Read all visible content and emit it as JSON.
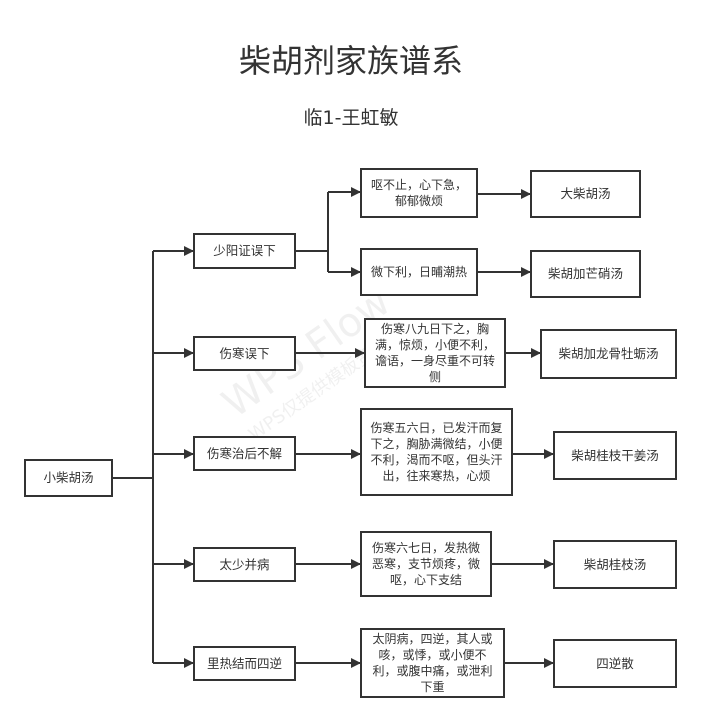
{
  "title": "柴胡剂家族谱系",
  "subtitle": "临1-王虹敏",
  "watermark": {
    "main": "WPS Flow",
    "sub": "WPS仅提供模板资源"
  },
  "root": "小柴胡汤",
  "branches": [
    {
      "label": "少阳证误下",
      "children": [
        {
          "condition": "呕不止，心下急，郁郁微烦",
          "formula": "大柴胡汤"
        },
        {
          "condition": "微下利，日晡潮热",
          "formula": "柴胡加芒硝汤"
        }
      ]
    },
    {
      "label": "伤寒误下",
      "children": [
        {
          "condition": "伤寒八九日下之，胸满，惊烦，小便不利，谵语，一身尽重不可转侧",
          "formula": "柴胡加龙骨牡蛎汤"
        }
      ]
    },
    {
      "label": "伤寒治后不解",
      "children": [
        {
          "condition": "伤寒五六日，已发汗而复下之，胸胁满微结，小便不利，渴而不呕，但头汗出，往来寒热，心烦",
          "formula": "柴胡桂枝干姜汤"
        }
      ]
    },
    {
      "label": "太少并病",
      "children": [
        {
          "condition": "伤寒六七日，发热微恶寒，支节烦疼，微呕，心下支结",
          "formula": "柴胡桂枝汤"
        }
      ]
    },
    {
      "label": "里热结而四逆",
      "children": [
        {
          "condition": "太阴病，四逆，其人或咳，或悸，或小便不利，或腹中痛，或泄利下重",
          "formula": "四逆散"
        }
      ]
    }
  ]
}
